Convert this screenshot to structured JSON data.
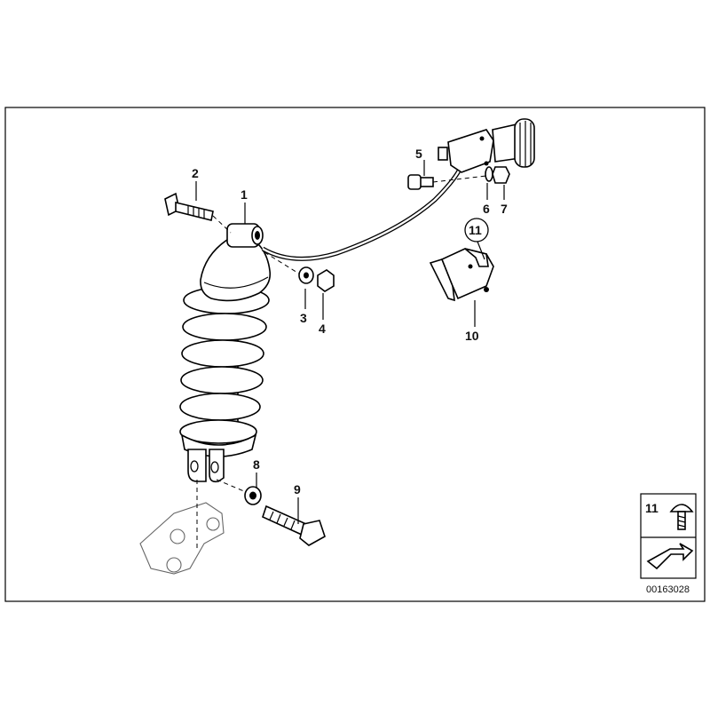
{
  "diagram": {
    "part_labels": [
      {
        "id": "1",
        "text": "1"
      },
      {
        "id": "2",
        "text": "2"
      },
      {
        "id": "3",
        "text": "3"
      },
      {
        "id": "4",
        "text": "4"
      },
      {
        "id": "5",
        "text": "5"
      },
      {
        "id": "6",
        "text": "6"
      },
      {
        "id": "7",
        "text": "7"
      },
      {
        "id": "8",
        "text": "8"
      },
      {
        "id": "9",
        "text": "9"
      },
      {
        "id": "10",
        "text": "10"
      },
      {
        "id": "11",
        "text": "11"
      }
    ],
    "legend": {
      "item_number": "11"
    },
    "reference_number": "00163028"
  }
}
